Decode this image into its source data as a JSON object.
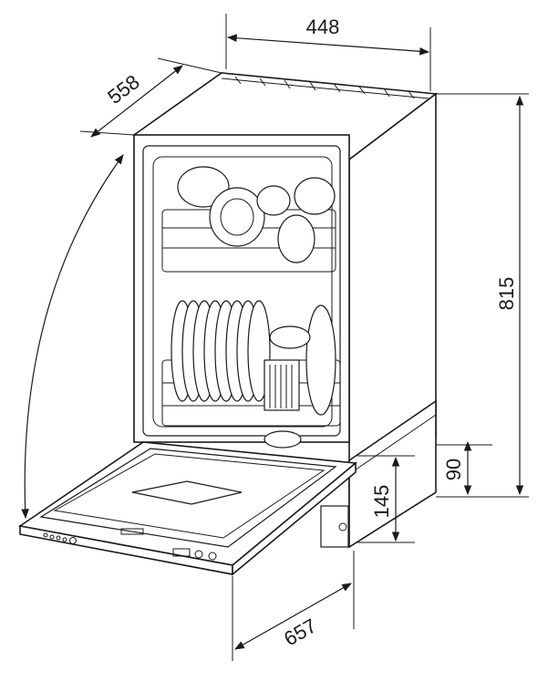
{
  "figure": {
    "dimensions": {
      "width": "448",
      "depth": "558",
      "height": "815",
      "plinth_height": "90",
      "door_hinge_height": "145",
      "open_door_depth": "657"
    }
  }
}
